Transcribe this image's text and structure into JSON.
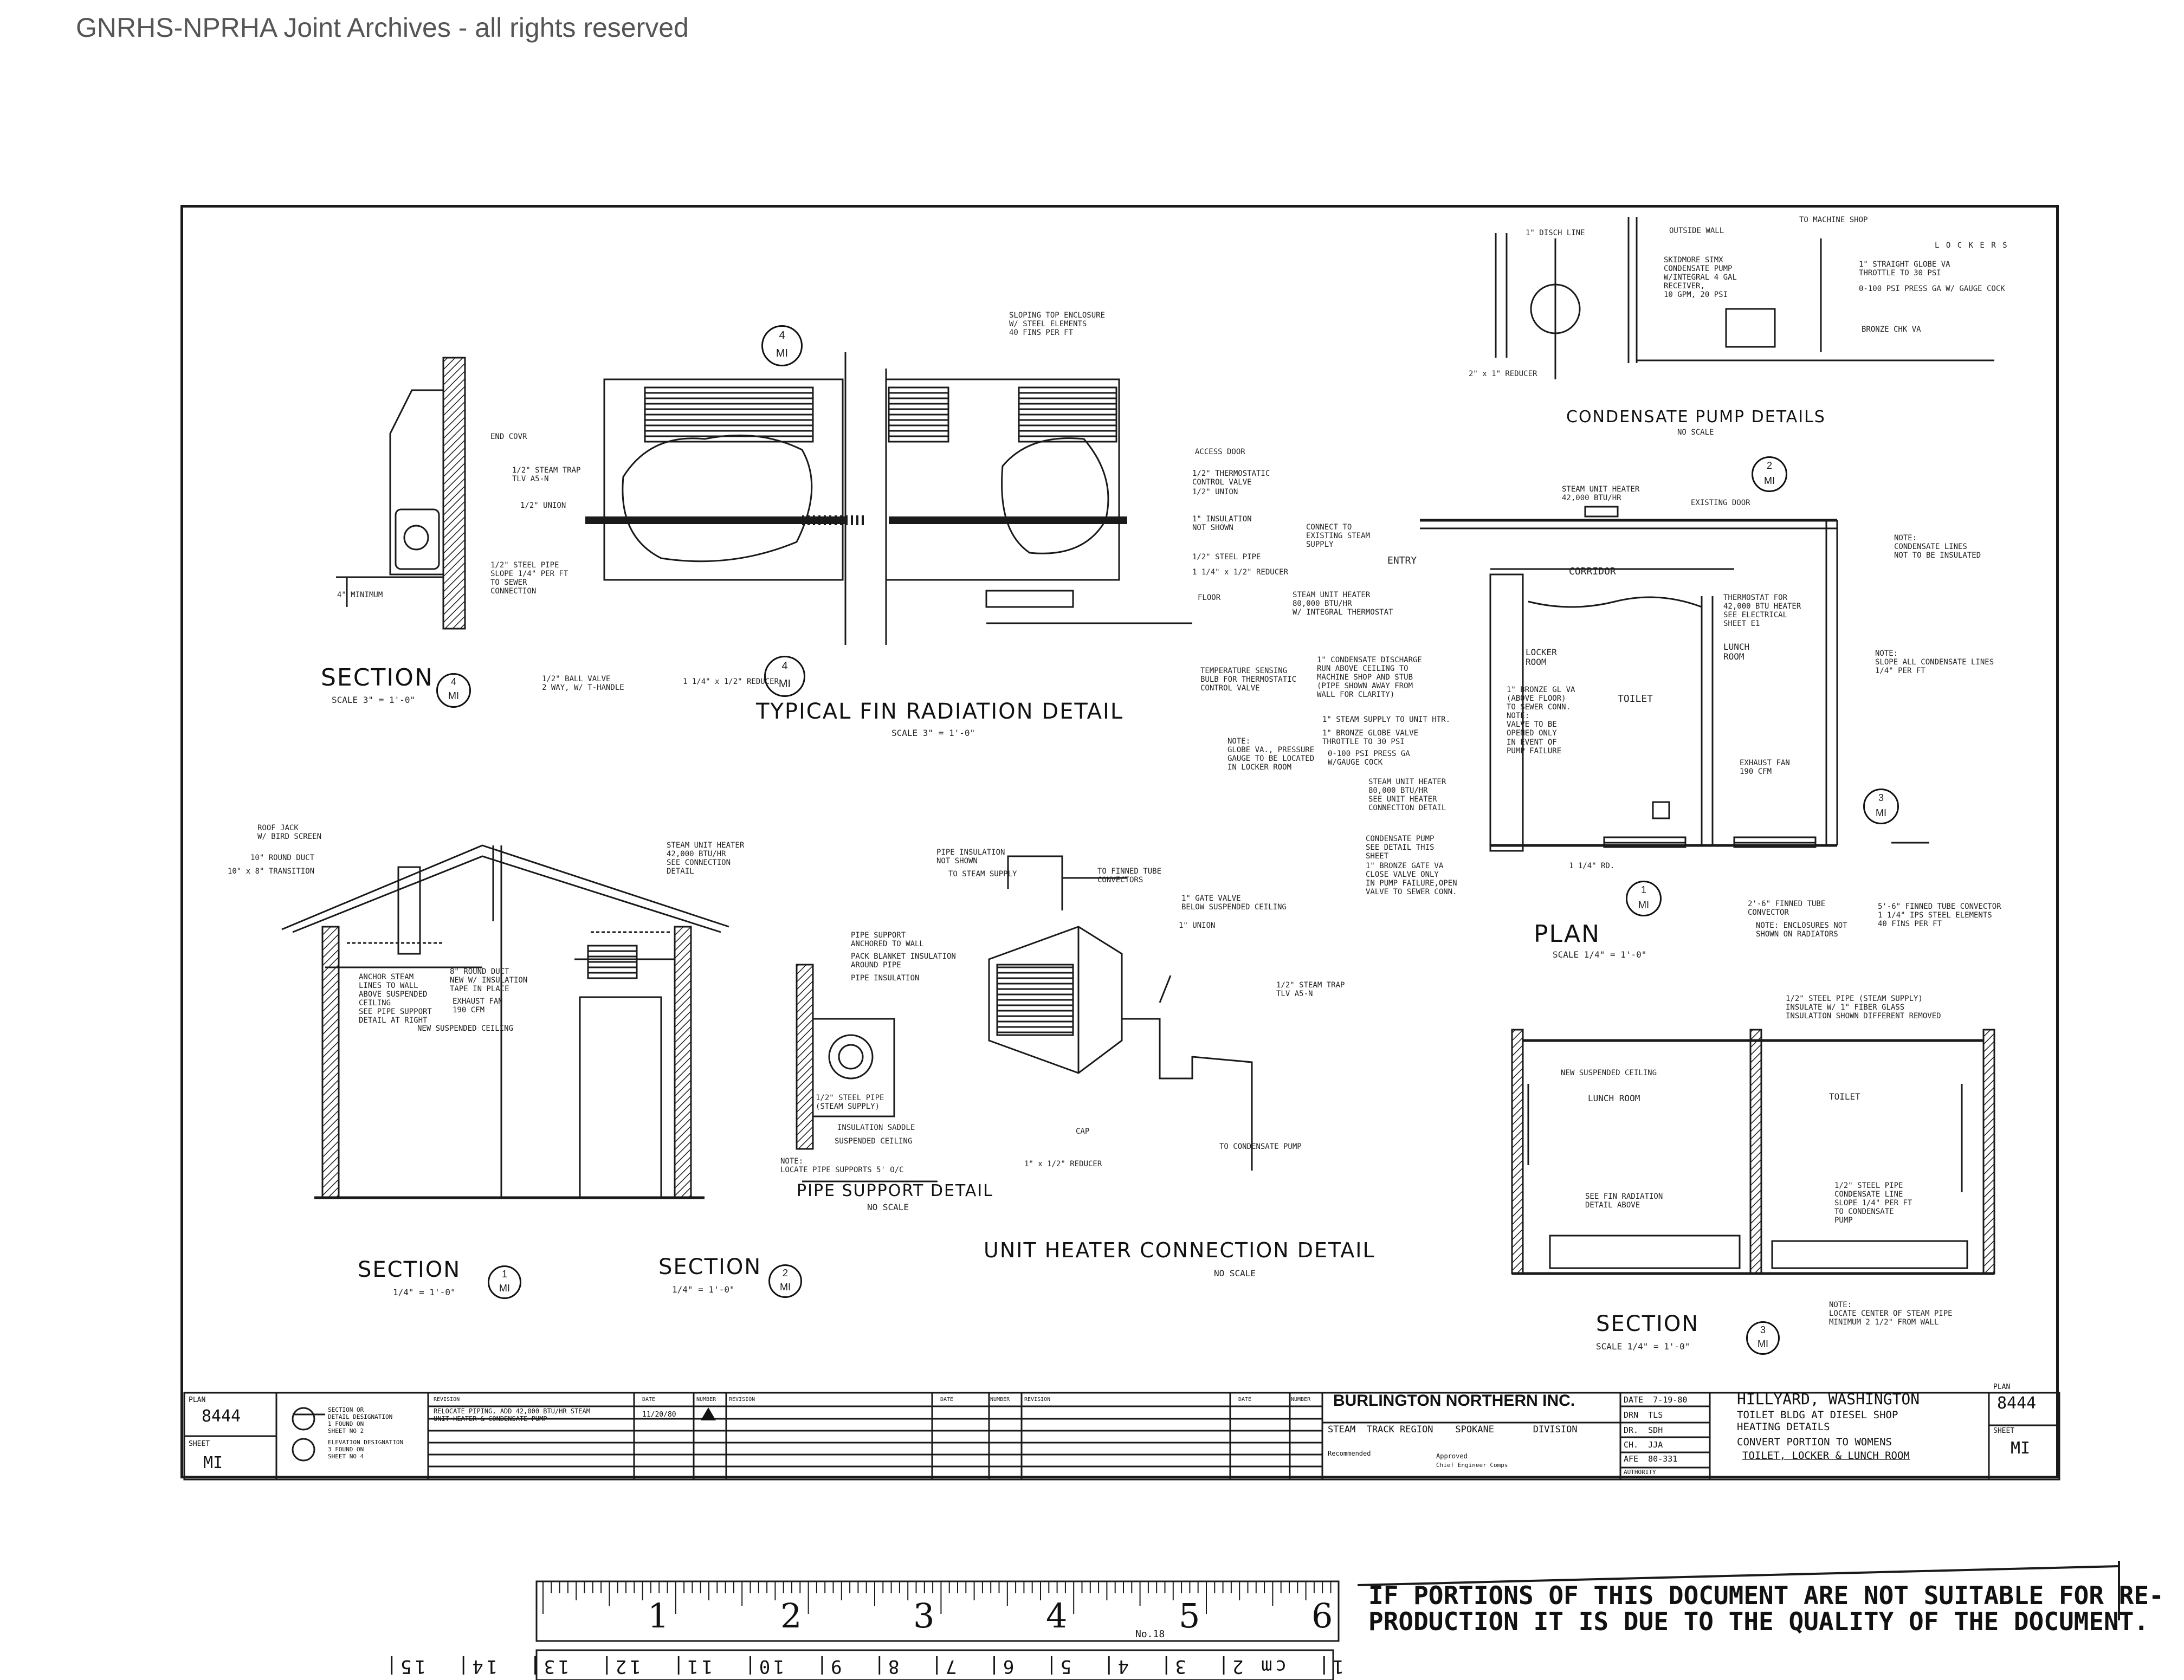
{
  "watermark": "GNRHS-NPRHA Joint Archives - all rights reserved",
  "details": {
    "section4": {
      "title": "SECTION",
      "scale": "SCALE  3\" = 1'-0\"",
      "num": "4",
      "sheet": "MI",
      "label_min": "4\" MINIMUM"
    },
    "fin": {
      "title": "TYPICAL FIN RADIATION DETAIL",
      "scale": "SCALE  3\" = 1'-0\"",
      "callouts": {
        "enclosure": "SLOPING TOP ENCLOSURE\nW/ STEEL ELEMENTS\n40 FINS PER FT",
        "end_cover": "END COVR",
        "steam_trap": "1/2\" STEAM TRAP\nTLV A5-N",
        "union_left": "1/2\" UNION",
        "steel_pipe_left": "1/2\" STEEL PIPE\nSLOPE 1/4\" PER FT\nTO SEWER\nCONNECTION",
        "ball_valve": "1/2\" BALL VALVE\n2 WAY, W/ T-HANDLE",
        "reducer_left": "1 1/4\" x 1/2\" REDUCER",
        "access_door": "ACCESS DOOR",
        "thermo_valve": "1/2\" THERMOSTATIC\nCONTROL VALVE",
        "union_right": "1/2\" UNION",
        "insulation": "1\" INSULATION\nNOT SHOWN",
        "steel_pipe_right": "1/2\" STEEL PIPE",
        "reducer_right": "1 1/4\" x 1/2\" REDUCER",
        "floor": "FLOOR",
        "temp_bulb": "TEMPERATURE SENSING\nBULB FOR THERMOSTATIC\nCONTROL VALVE"
      },
      "tags": [
        {
          "num": "4",
          "sheet": "MI"
        },
        {
          "num": "4",
          "sheet": "MI"
        }
      ]
    },
    "condensate": {
      "title": "CONDENSATE PUMP DETAILS",
      "scale": "NO SCALE",
      "callouts": {
        "disch": "1\" DISCH LINE",
        "outside_wall": "OUTSIDE WALL",
        "to_shop": "TO MACHINE SHOP",
        "lockers": "L O C K E R S",
        "pump": "SKIDMORE SIMX\nCONDENSATE PUMP\nW/INTEGRAL 4 GAL\nRECEIVER,\n10 GPM, 20 PSI",
        "globe": "1\" STRAIGHT GLOBE VA\nTHROTTLE TO 30 PSI",
        "gauge": "0-100 PSI PRESS GA W/ GAUGE COCK",
        "check": "BRONZE CHK VA",
        "reducer": "2\" x 1\" REDUCER"
      }
    },
    "plan": {
      "title": "PLAN",
      "scale": "SCALE  1/4\" = 1'-0\"",
      "rooms": {
        "corridor": "CORRIDOR",
        "locker": "LOCKER\nROOM",
        "toilet": "TOILET",
        "lunch": "LUNCH\nROOM",
        "entry": "ENTRY",
        "existing_door": "EXISTING DOOR"
      },
      "callouts": {
        "unit_heater_top": "STEAM UNIT HEATER\n42,000 BTU/HR",
        "connect": "CONNECT TO\nEXISTING STEAM\nSUPPLY",
        "unit_heater_left": "STEAM UNIT HEATER\n80,000 BTU/HR\nW/ INTEGRAL THERMOSTAT",
        "thermostat": "THERMOSTAT FOR\n42,000 BTU HEATER\nSEE ELECTRICAL\nSHEET E1",
        "cond_disch": "1\" CONDENSATE DISCHARGE\nRUN ABOVE CEILING TO\nMACHINE SHOP AND STUB\n(PIPE SHOWN AWAY FROM\nWALL FOR CLARITY)",
        "bronze_glove": "1\" BRONZE GL VA\n(ABOVE FLOOR)\nTO SEWER CONN.\nNOTE:\nVALVE TO BE\nOPENED ONLY\nIN EVENT OF\nPUMP FAILURE",
        "steam_supply": "1\" STEAM SUPPLY TO UNIT HTR.",
        "globe_valve": "1\" BRONZE GLOBE VALVE\nTHROTTLE TO 30 PSI",
        "press_gauge": "0-100 PSI PRESS GA\nW/GAUGE COCK",
        "note_left": "NOTE:\nGLOBE VA., PRESSURE\nGAUGE TO BE LOCATED\nIN LOCKER ROOM",
        "unit_heater_low": "STEAM UNIT HEATER\n80,000 BTU/HR\nSEE UNIT HEATER\nCONNECTION DETAIL",
        "cond_pump": "CONDENSATE PUMP\nSEE DETAIL THIS\nSHEET",
        "gate_valve": "1\" BRONZE GATE VA\nCLOSE VALVE ONLY\nIN PUMP FAILURE,OPEN\nVALVE TO SEWER CONN.",
        "fin_left": "2'-6\" FINNED TUBE\nCONVECTOR",
        "fin_right": "5'-6\" FINNED TUBE CONVECTOR\n1 1/4\" IPS STEEL ELEMENTS\n40 FINS PER FT",
        "enclosure_note": "NOTE: ENCLOSURES NOT\nSHOWN ON RADIATORS",
        "exhaust": "EXHAUST FAN\n190 CFM",
        "note_right1": "NOTE:\nCONDENSATE LINES\nNOT TO BE INSULATED",
        "note_right2": "NOTE:\nSLOPE ALL CONDENSATE LINES\n1/4\" PER FT",
        "rd": "1 1/4\" RD."
      },
      "tags": [
        {
          "num": "2",
          "sheet": "MI"
        },
        {
          "num": "3",
          "sheet": "MI"
        },
        {
          "num": "1",
          "sheet": "MI"
        }
      ]
    },
    "section1": {
      "title": "SECTION",
      "scale": "1/4\" = 1'-0\"",
      "num": "1",
      "sheet": "MI",
      "callouts": {
        "roof_jack": "ROOF JACK\nW/ BIRD SCREEN",
        "duct10": "10\" ROUND DUCT",
        "transition": "10\" x 8\" TRANSITION",
        "anchor": "ANCHOR STEAM\nLINES TO WALL\nABOVE SUSPENDED\nCEILING\nSEE PIPE SUPPORT\nDETAIL AT RIGHT",
        "duct8": "8\" ROUND DUCT\nNEW W/ INSULATION\nTAPE IN PLACE",
        "fan": "EXHAUST FAN\n190 CFM",
        "ceiling": "NEW SUSPENDED CEILING",
        "heater": "STEAM UNIT HEATER\n42,000 BTU/HR\nSEE CONNECTION\nDETAIL"
      }
    },
    "section2": {
      "title": "SECTION",
      "scale": "1/4\" = 1'-0\"",
      "num": "2",
      "sheet": "MI"
    },
    "pipe_support": {
      "title": "PIPE SUPPORT DETAIL",
      "scale": "NO SCALE",
      "callouts": {
        "anchored": "PIPE SUPPORT\nANCHORED TO WALL",
        "blanket": "PACK BLANKET INSULATION\nAROUND PIPE",
        "insulation": "PIPE INSULATION",
        "steel": "1/2\" STEEL PIPE\n(STEAM SUPPLY)",
        "saddle": "INSULATION SADDLE",
        "ceiling": "SUSPENDED CEILING",
        "note": "NOTE:\nLOCATE PIPE SUPPORTS 5' O/C"
      }
    },
    "unit_heater": {
      "title": "UNIT HEATER CONNECTION DETAIL",
      "scale": "NO SCALE",
      "callouts": {
        "insulation": "PIPE INSULATION\nNOT SHOWN",
        "finned": "TO FINNED TUBE\nCONVECTORS",
        "supply": "TO STEAM SUPPLY",
        "gate": "1\" GATE VALVE\nBELOW SUSPENDED CEILING",
        "union": "1\" UNION",
        "trap": "1/2\" STEAM TRAP\nTLV A5-N",
        "cap": "CAP",
        "reducer": "1\" x 1/2\" REDUCER",
        "to_pump": "TO CONDENSATE PUMP"
      }
    },
    "section3": {
      "title": "SECTION",
      "scale": "SCALE  1/4\" = 1'-0\"",
      "num": "3",
      "sheet": "MI",
      "rooms": {
        "lunch": "LUNCH ROOM",
        "toilet": "TOILET"
      },
      "callouts": {
        "steel": "1/2\" STEEL PIPE (STEAM SUPPLY)\nINSULATE W/ 1\" FIBER GLASS\nINSULATION SHOWN DIFFERENT REMOVED",
        "ceiling": "NEW SUSPENDED CEILING",
        "fin": "SEE FIN RADIATION\nDETAIL ABOVE",
        "cond": "1/2\" STEEL PIPE\nCONDENSATE LINE\nSLOPE 1/4\" PER FT\nTO CONDENSATE\nPUMP",
        "note": "NOTE:\nLOCATE CENTER OF STEAM PIPE\nMINIMUM 2 1/2\" FROM WALL"
      }
    }
  },
  "title_block": {
    "plan_label": "PLAN",
    "plan_number": "8444",
    "sheet_label": "SHEET",
    "sheet_number": "MI",
    "legend1": "SECTION OR\nDETAIL DESIGNATION\n1 FOUND ON\nSHEET NO 2",
    "legend2": "ELEVATION DESIGNATION\n3 FOUND ON\nSHEET NO 4",
    "rev_headers": [
      "REVISION",
      "DATE",
      "NUMBER",
      "REVISION",
      "DATE",
      "NUMBER",
      "REVISION",
      "DATE",
      "NUMBER"
    ],
    "rev_text": "RELOCATE PIPING, ADD 42,000 BTU/HR STEAM\nUNIT HEATER & CONDENSATE PUMP",
    "rev_date": "11/20/80",
    "company": "BURLINGTON NORTHERN INC.",
    "region_line": "STEAM  TRACK REGION    SPOKANE       DIVISION",
    "recommended": "Recommended",
    "approved": "Approved",
    "chief": "Chief Engineer Comps",
    "date": "DATE  7-19-80",
    "drn": "DRN  TLS",
    "dr": "DR.  SDH",
    "ch": "CH.  JJA",
    "afe": "AFE  80-331",
    "authority": "AUTHORITY",
    "location": "HILLYARD, WASHINGTON",
    "desc1": "TOILET BLDG AT DIESEL SHOP",
    "desc2": "HEATING DETAILS",
    "desc3": "CONVERT PORTION TO WOMENS",
    "desc4": "TOILET, LOCKER & LUNCH ROOM",
    "right_plan_label": "PLAN",
    "right_plan_number": "8444",
    "right_sheet_label": "SHEET",
    "right_sheet_number": "MI"
  },
  "ruler": {
    "numbers": [
      "1",
      "2",
      "3",
      "4",
      "5",
      "6"
    ],
    "caption": "No.18",
    "inverted": "1|  cm 2|  3|  4|  5|  6|  7|  8|  9|  10|  11|  12|  13|  14|  15|"
  },
  "notice": "IF PORTIONS OF THIS DOCUMENT ARE NOT SUITABLE FOR RE-\nPRODUCTION IT IS DUE TO THE QUALITY OF THE DOCUMENT."
}
